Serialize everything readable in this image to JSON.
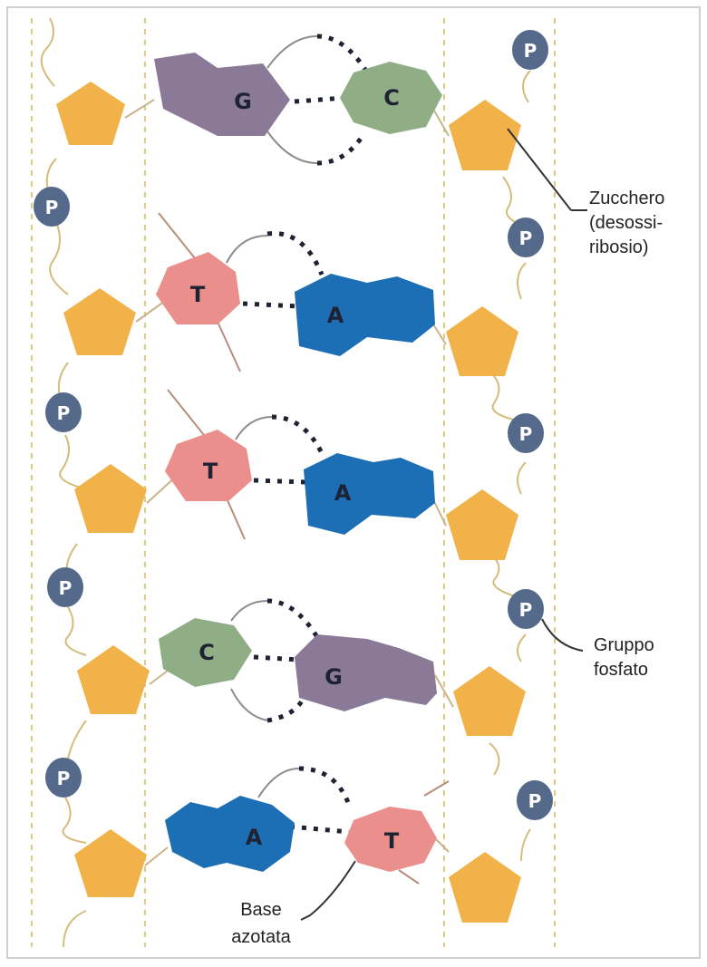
{
  "phosphate_symbol": "P",
  "base_pairs": [
    {
      "left": "G",
      "right": "C"
    },
    {
      "left": "T",
      "right": "A"
    },
    {
      "left": "T",
      "right": "A"
    },
    {
      "left": "C",
      "right": "G"
    },
    {
      "left": "A",
      "right": "T"
    }
  ],
  "labels": {
    "sugar": [
      "Zucchero",
      "(desossi-",
      "ribosio)"
    ],
    "phosphate": [
      "Gruppo",
      "fosfato"
    ],
    "base": [
      "Base",
      "azotata"
    ]
  },
  "colors": {
    "sugar": "#f2b24a",
    "phosphate": "#55698a",
    "G": "#8a7a98",
    "C": "#8fae85",
    "T": "#eb8f8c",
    "A": "#1d6fb5",
    "strand_line": "#d4bc7a"
  }
}
